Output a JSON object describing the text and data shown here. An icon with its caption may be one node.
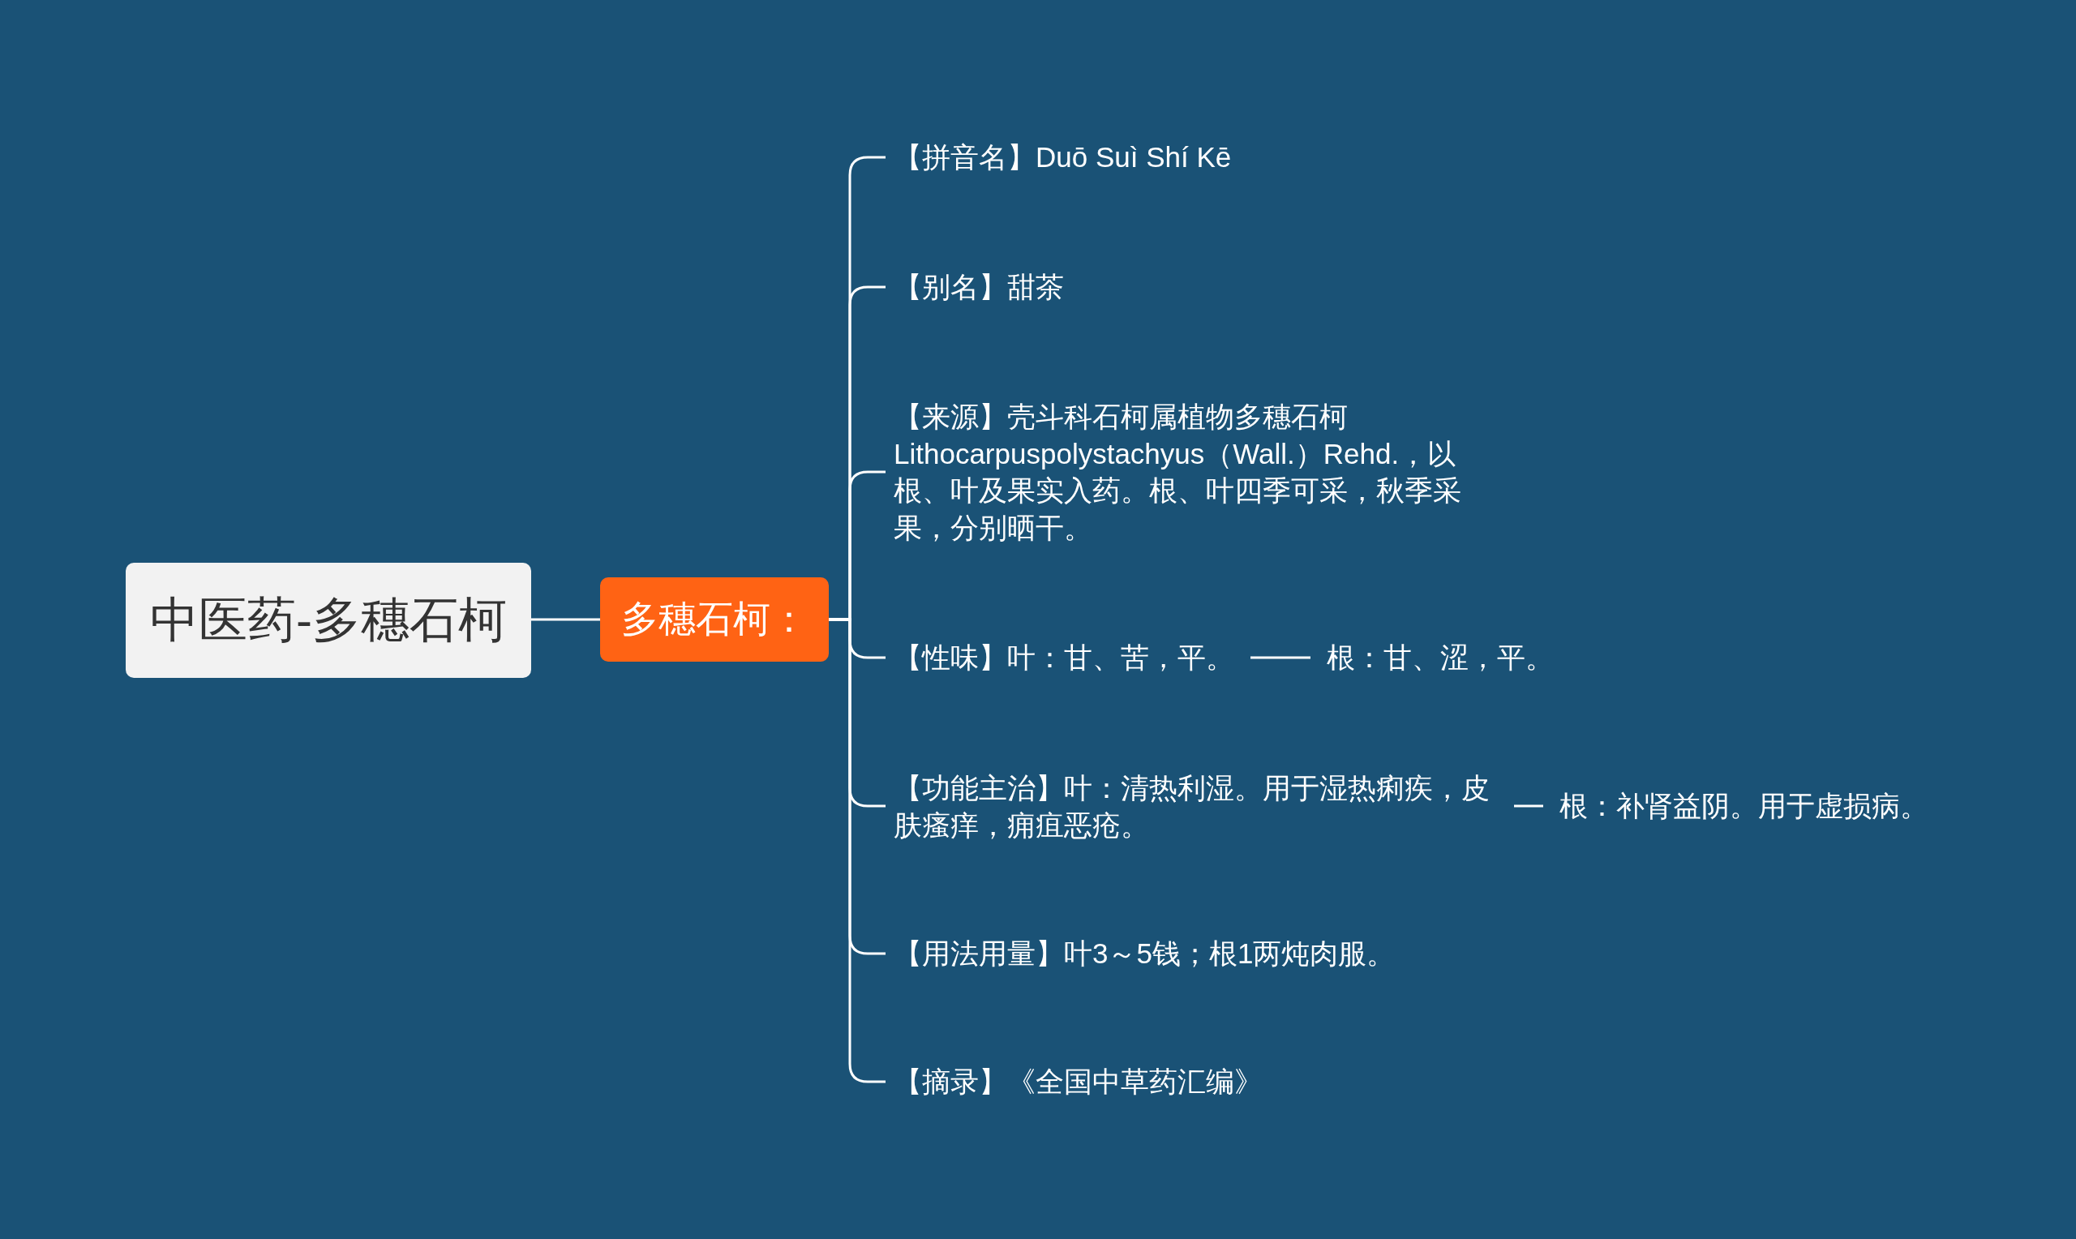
{
  "diagram": {
    "nodes": [
      {
        "text": [
          "中医药-多穗石柯"
        ]
      },
      {
        "text": [
          "多穗石柯："
        ]
      },
      {
        "text": [
          "【拼音名】Duō Suì Shí Kē"
        ]
      },
      {
        "text": [
          "【别名】甜茶"
        ]
      },
      {
        "text": [
          "【来源】壳斗科石柯属植物多穗石柯Lithocarpuspolystachyus（Wall.）Rehd.，以根、叶及果实入药。根、叶四季可采，秋季采果，分别晒干。"
        ]
      },
      {
        "text": [
          "【性味】叶：甘、苦，平。"
        ]
      },
      {
        "text": [
          "根：甘、涩，平。"
        ]
      },
      {
        "text": [
          "【功能主治】叶：清热利湿。用于湿热痢疾，皮肤瘙痒，痈疽恶疮。"
        ]
      },
      {
        "text": [
          "根：补肾益阴。用于虚损病。"
        ]
      },
      {
        "text": [
          "【用法用量】叶3～5钱；根1两炖肉服。"
        ]
      },
      {
        "text": [
          "【摘录】《全国中草药汇编》"
        ]
      }
    ],
    "edges": [
      {
        "from": 0,
        "to": 1,
        "arrow": "none"
      },
      {
        "from": 1,
        "to": 2,
        "arrow": "none"
      },
      {
        "from": 1,
        "to": 3,
        "arrow": "none"
      },
      {
        "from": 1,
        "to": 4,
        "arrow": "none"
      },
      {
        "from": 1,
        "to": 5,
        "arrow": "none"
      },
      {
        "from": 5,
        "to": 6,
        "arrow": "none"
      },
      {
        "from": 1,
        "to": 7,
        "arrow": "none"
      },
      {
        "from": 7,
        "to": 8,
        "arrow": "none"
      },
      {
        "from": 1,
        "to": 9,
        "arrow": "none"
      },
      {
        "from": 1,
        "to": 10,
        "arrow": "none"
      }
    ]
  }
}
